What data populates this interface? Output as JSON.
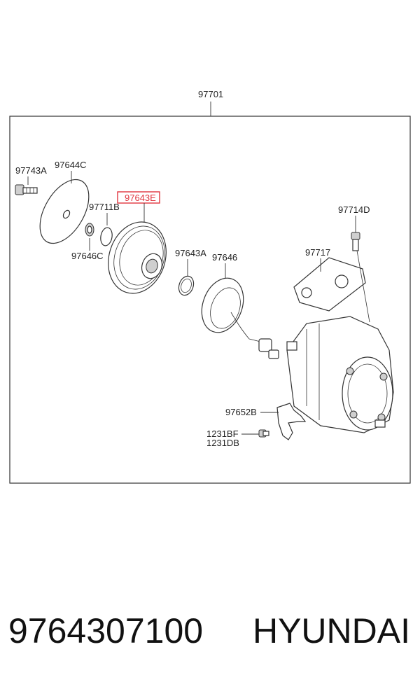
{
  "diagram": {
    "assembly_label": "97701",
    "part_labels": [
      "97743A",
      "97644C",
      "97643E",
      "97711B",
      "97646C",
      "97643A",
      "97646",
      "97714D",
      "97717",
      "97652B",
      "1231BF",
      "1231DB"
    ],
    "highlighted_label": "97643E",
    "highlight_color": "#e0353f"
  },
  "footer": {
    "part_number": "9764307100",
    "brand": "HYUNDAI"
  }
}
